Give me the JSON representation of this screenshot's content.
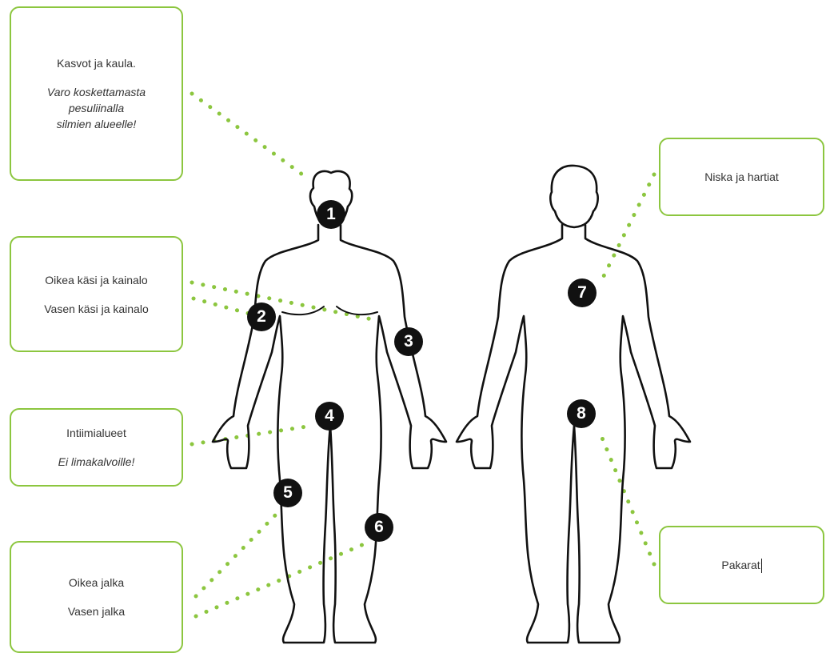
{
  "accent_color": "#8cc63f",
  "boxes": {
    "face": {
      "title": "Kasvot ja kaula.",
      "warning": [
        "Varo koskettamasta",
        "pesuliinalla",
        "silmien alueelle!"
      ]
    },
    "arms": {
      "line1": "Oikea käsi ja kainalo",
      "line2": "Vasen käsi ja kainalo"
    },
    "intimate": {
      "title": "Intiimialueet",
      "warning": "Ei limakalvoille!"
    },
    "legs": {
      "line1": "Oikea jalka",
      "line2": "Vasen jalka"
    },
    "neck": {
      "title": "Niska ja hartiat"
    },
    "buttocks": {
      "title": "Pakarat"
    }
  },
  "markers": [
    "1",
    "2",
    "3",
    "4",
    "5",
    "6",
    "7",
    "8"
  ]
}
